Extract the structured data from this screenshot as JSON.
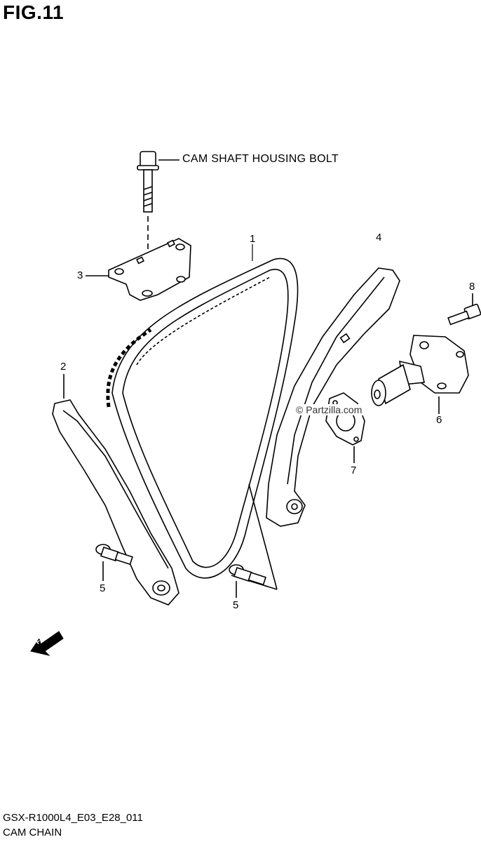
{
  "figure": {
    "title": "FIG.11"
  },
  "labels": {
    "bolt_callout": "CAM SHAFT HOUSING BOLT",
    "watermark": "Partzilla.com",
    "fwd": "FWD"
  },
  "callouts": [
    "1",
    "2",
    "3",
    "4",
    "5",
    "5",
    "6",
    "7",
    "8"
  ],
  "footer": {
    "model_code": "GSX-R1000L4_E03_E28_011",
    "diagram_name": "CAM CHAIN"
  }
}
